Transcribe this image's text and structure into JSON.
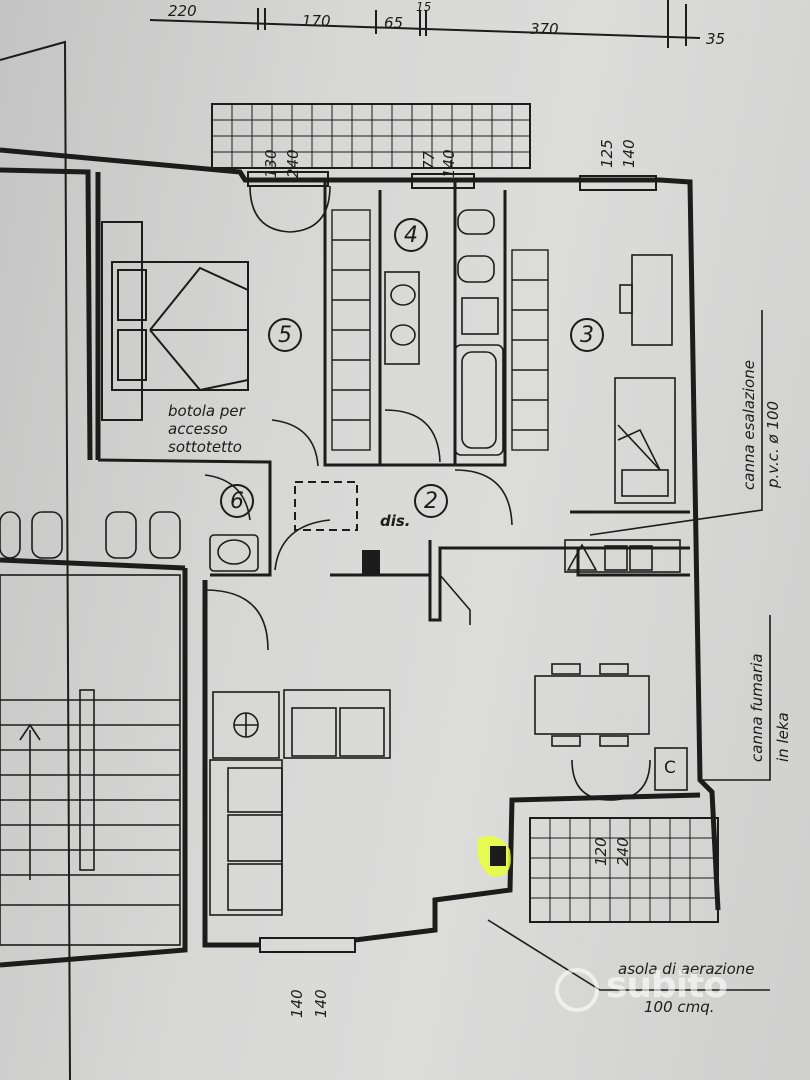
{
  "dimensions": {
    "top": [
      "220",
      "170",
      "65",
      "15",
      "370",
      "35"
    ],
    "bedroom_window": [
      "130",
      "240"
    ],
    "bath_window": [
      "77",
      "140"
    ],
    "room3_window": [
      "125",
      "140"
    ],
    "balcony": [
      "120",
      "240"
    ],
    "living_window": [
      "140",
      "140"
    ]
  },
  "rooms": {
    "r5": "5",
    "r4": "4",
    "r3": "3",
    "r2": "2",
    "r6": "6"
  },
  "labels": {
    "botola_line1": "botola per",
    "botola_line2": "accesso",
    "botola_line3": "sottotetto",
    "dis": "dis.",
    "canna_esalazione_line1": "canna esalazione",
    "canna_esalazione_line2": "p.v.c. ø 100",
    "canna_fumaria_line1": "canna fumaria",
    "canna_fumaria_line2": "in leka",
    "asola_line1": "asola di aerazione",
    "asola_line2": "100 cmq.",
    "closet_c": "C"
  },
  "watermark": "subito",
  "colors": {
    "paper": "#d7d7d6",
    "ink": "#1c1c1c",
    "highlight": "#e8ff3a"
  }
}
